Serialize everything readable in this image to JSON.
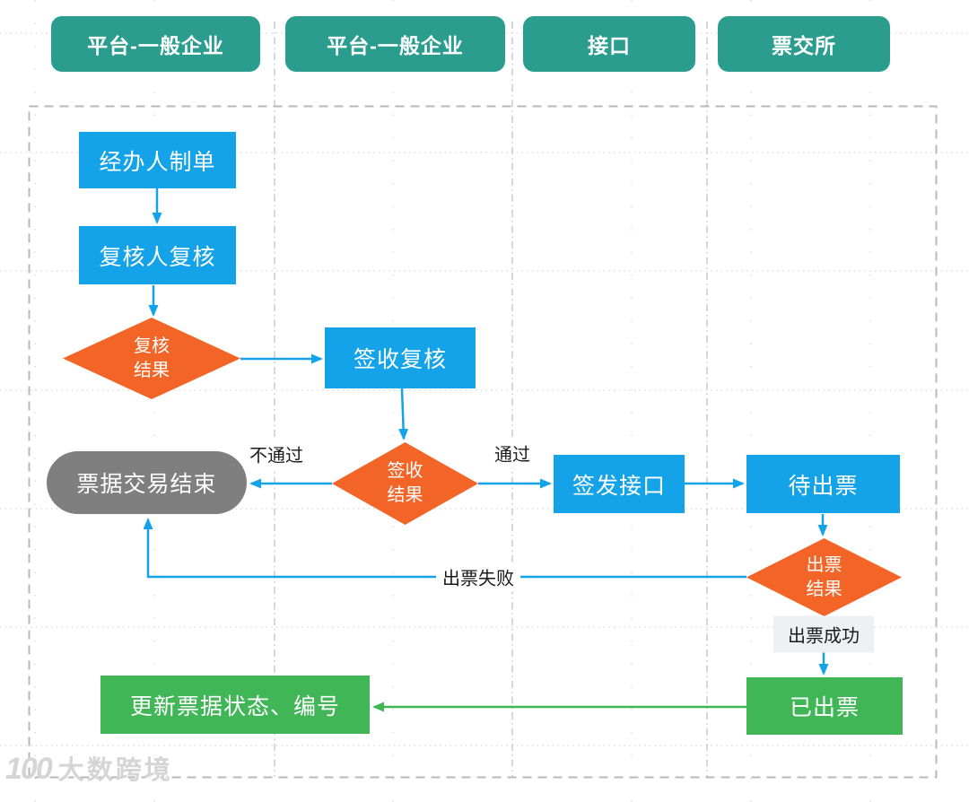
{
  "lanes": [
    {
      "label": "平台-一般企业"
    },
    {
      "label": "平台-一般企业"
    },
    {
      "label": "接口"
    },
    {
      "label": "票交所"
    }
  ],
  "nodes": {
    "create": {
      "label": "经办人制单"
    },
    "review": {
      "label": "复核人复核"
    },
    "review_result": {
      "label": "复核\n结果"
    },
    "sign_review": {
      "label": "签收复核"
    },
    "transaction_end": {
      "label": "票据交易结束"
    },
    "sign_result": {
      "label": "签收\n结果"
    },
    "issue_api": {
      "label": "签发接口"
    },
    "await_issue": {
      "label": "待出票"
    },
    "issue_result": {
      "label": "出票\n结果"
    },
    "issued": {
      "label": "已出票"
    },
    "update_status": {
      "label": "更新票据状态、编号"
    }
  },
  "edge_labels": {
    "not_passed": "不通过",
    "passed": "通过",
    "issue_failed": "出票失败",
    "issue_success": "出票成功"
  },
  "watermark": {
    "logo": "100",
    "text": "大数跨境"
  },
  "colors": {
    "teal": "#2b9d8f",
    "blue": "#14a3e8",
    "orange": "#f26527",
    "green": "#40b656",
    "gray": "#7f7f7f",
    "label-bg": "#eef0f4"
  }
}
